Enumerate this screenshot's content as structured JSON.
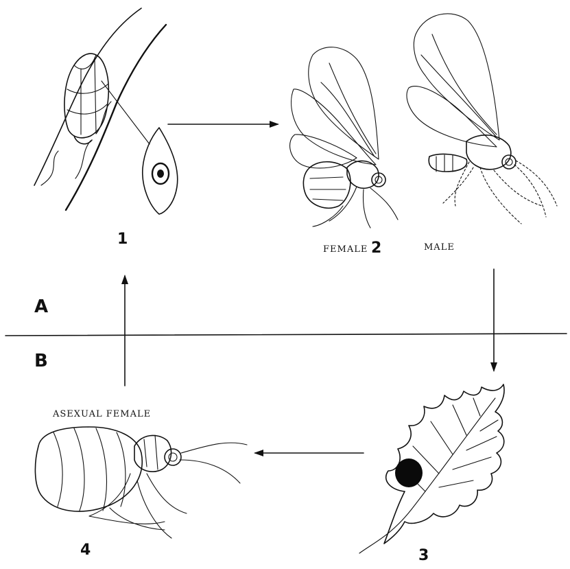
{
  "diagram": {
    "stages": [
      {
        "number": "1",
        "caption": ""
      },
      {
        "number": "2",
        "caption_left": "FEMALE",
        "caption_right": "MALE"
      },
      {
        "number": "3",
        "caption": ""
      },
      {
        "number": "4",
        "caption": "ASEXUAL FEMALE"
      }
    ],
    "generations": {
      "top": "A",
      "bottom": "B"
    }
  },
  "colors": {
    "ink": "#111111",
    "background": "#ffffff",
    "gall": "#0a0a0a"
  }
}
